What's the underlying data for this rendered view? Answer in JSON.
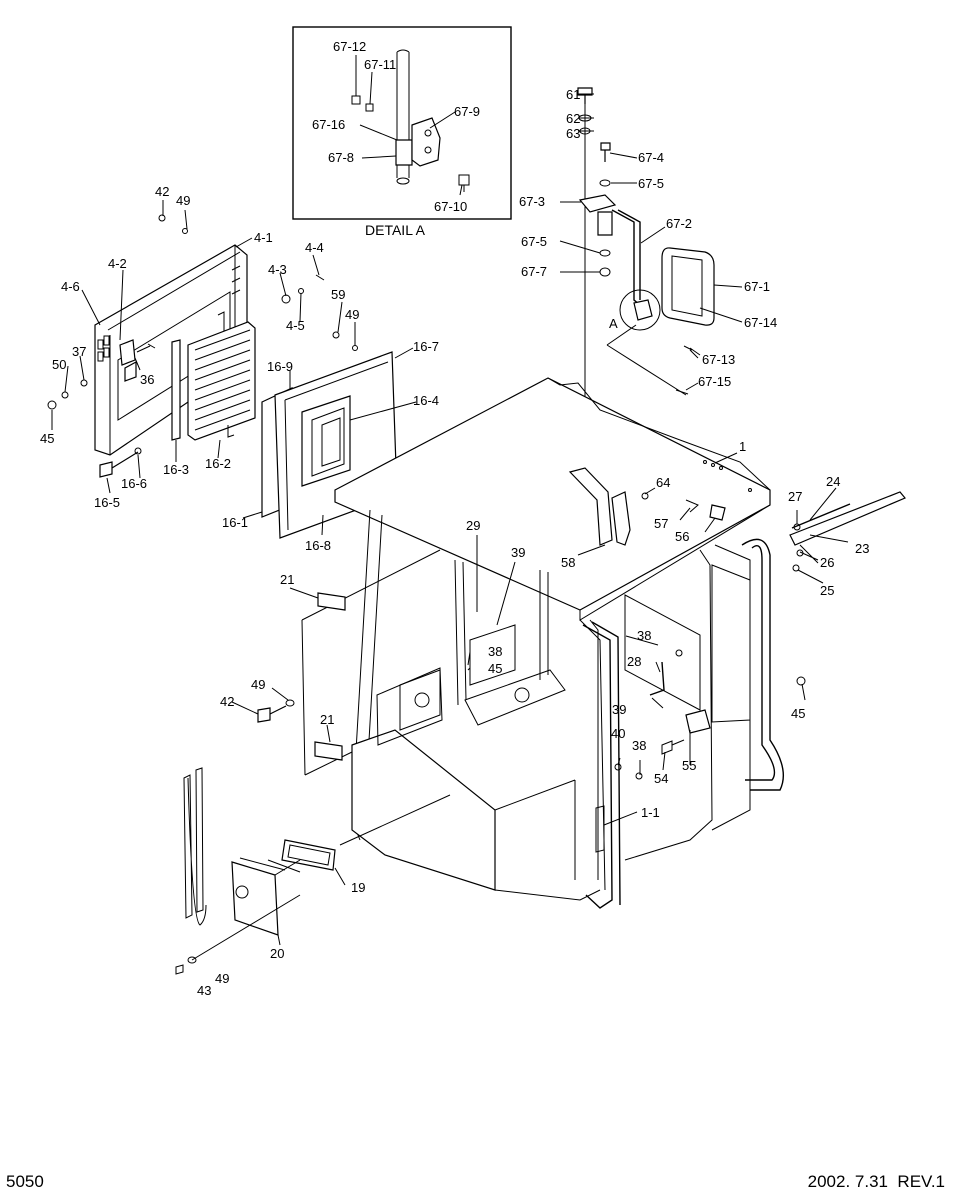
{
  "detail": {
    "title": "DETAIL A"
  },
  "footer": {
    "page_number": "5050",
    "date_rev": "2002. 7.31  REV.1"
  },
  "callouts": [
    {
      "id": "c-67-12",
      "text": "67-12"
    },
    {
      "id": "c-67-11",
      "text": "67-11"
    },
    {
      "id": "c-67-9",
      "text": "67-9"
    },
    {
      "id": "c-67-16",
      "text": "67-16"
    },
    {
      "id": "c-67-8",
      "text": "67-8"
    },
    {
      "id": "c-67-10",
      "text": "67-10"
    },
    {
      "id": "c-61",
      "text": "61"
    },
    {
      "id": "c-62",
      "text": "62"
    },
    {
      "id": "c-63",
      "text": "63"
    },
    {
      "id": "c-67-4",
      "text": "67-4"
    },
    {
      "id": "c-67-5a",
      "text": "67-5"
    },
    {
      "id": "c-67-3",
      "text": "67-3"
    },
    {
      "id": "c-67-2",
      "text": "67-2"
    },
    {
      "id": "c-67-5b",
      "text": "67-5"
    },
    {
      "id": "c-67-7",
      "text": "67-7"
    },
    {
      "id": "c-67-1",
      "text": "67-1"
    },
    {
      "id": "c-67-14",
      "text": "67-14"
    },
    {
      "id": "c-A",
      "text": "A"
    },
    {
      "id": "c-67-13",
      "text": "67-13"
    },
    {
      "id": "c-67-15",
      "text": "67-15"
    },
    {
      "id": "c-42a",
      "text": "42"
    },
    {
      "id": "c-49a",
      "text": "49"
    },
    {
      "id": "c-4-1",
      "text": "4-1"
    },
    {
      "id": "c-4-4",
      "text": "4-4"
    },
    {
      "id": "c-4-3",
      "text": "4-3"
    },
    {
      "id": "c-4-2",
      "text": "4-2"
    },
    {
      "id": "c-4-6",
      "text": "4-6"
    },
    {
      "id": "c-4-5",
      "text": "4-5"
    },
    {
      "id": "c-59",
      "text": "59"
    },
    {
      "id": "c-49b",
      "text": "49"
    },
    {
      "id": "c-16-7",
      "text": "16-7"
    },
    {
      "id": "c-50",
      "text": "50"
    },
    {
      "id": "c-37",
      "text": "37"
    },
    {
      "id": "c-36",
      "text": "36"
    },
    {
      "id": "c-16-9",
      "text": "16-9"
    },
    {
      "id": "c-16-4",
      "text": "16-4"
    },
    {
      "id": "c-45a",
      "text": "45"
    },
    {
      "id": "c-16-3",
      "text": "16-3"
    },
    {
      "id": "c-16-2",
      "text": "16-2"
    },
    {
      "id": "c-16-6",
      "text": "16-6"
    },
    {
      "id": "c-16-5",
      "text": "16-5"
    },
    {
      "id": "c-16-1",
      "text": "16-1"
    },
    {
      "id": "c-16-8",
      "text": "16-8"
    },
    {
      "id": "c-1",
      "text": "1"
    },
    {
      "id": "c-64",
      "text": "64"
    },
    {
      "id": "c-57",
      "text": "57"
    },
    {
      "id": "c-56",
      "text": "56"
    },
    {
      "id": "c-58",
      "text": "58"
    },
    {
      "id": "c-27",
      "text": "27"
    },
    {
      "id": "c-24",
      "text": "24"
    },
    {
      "id": "c-23",
      "text": "23"
    },
    {
      "id": "c-26",
      "text": "26"
    },
    {
      "id": "c-25",
      "text": "25"
    },
    {
      "id": "c-29",
      "text": "29"
    },
    {
      "id": "c-39a",
      "text": "39"
    },
    {
      "id": "c-21a",
      "text": "21"
    },
    {
      "id": "c-38a",
      "text": "38"
    },
    {
      "id": "c-45b",
      "text": "45"
    },
    {
      "id": "c-38b",
      "text": "38"
    },
    {
      "id": "c-28",
      "text": "28"
    },
    {
      "id": "c-49c",
      "text": "49"
    },
    {
      "id": "c-42b",
      "text": "42"
    },
    {
      "id": "c-39b",
      "text": "39"
    },
    {
      "id": "c-45c",
      "text": "45"
    },
    {
      "id": "c-21b",
      "text": "21"
    },
    {
      "id": "c-40",
      "text": "40"
    },
    {
      "id": "c-38c",
      "text": "38"
    },
    {
      "id": "c-54",
      "text": "54"
    },
    {
      "id": "c-55",
      "text": "55"
    },
    {
      "id": "c-1-1",
      "text": "1-1"
    },
    {
      "id": "c-19",
      "text": "19"
    },
    {
      "id": "c-20",
      "text": "20"
    },
    {
      "id": "c-49d",
      "text": "49"
    },
    {
      "id": "c-43",
      "text": "43"
    }
  ]
}
